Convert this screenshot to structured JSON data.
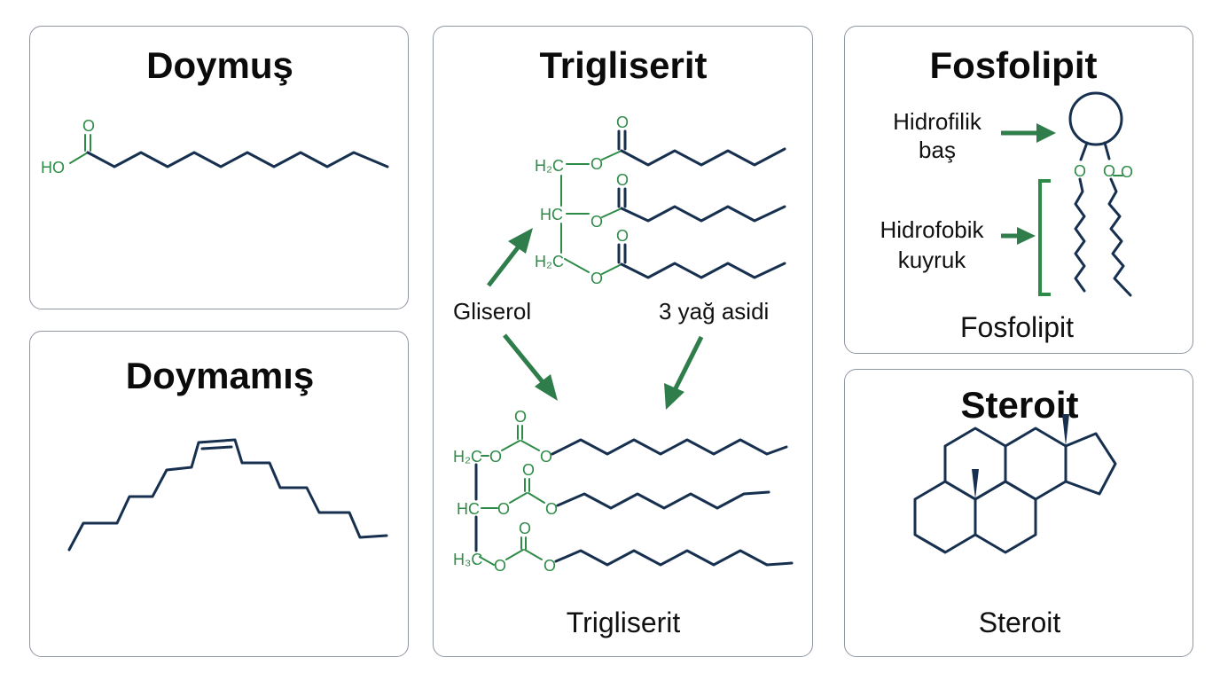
{
  "panels": {
    "saturated": {
      "title": "Doymuş",
      "hydroxyl": "HO",
      "oxygen": "O"
    },
    "unsaturated": {
      "title": "Doymamış"
    },
    "triglyceride": {
      "title": "Trigliserit",
      "glycerol_label": "Gliserol",
      "fatty_acids_label": "3 yağ asidi",
      "caption": "Trigliserit",
      "oxygen": "O",
      "ch2": "H₂C",
      "ch": "HC",
      "ch3": "H₃C"
    },
    "phospholipid": {
      "title": "Fosfolipit",
      "head_label_line1": "Hidrofilik",
      "head_label_line2": "baş",
      "tail_label_line1": "Hidrofobik",
      "tail_label_line2": "kuyruk",
      "caption": "Fosfolipit",
      "oxygen": "O"
    },
    "steroid": {
      "title": "Steroit",
      "caption": "Steroit"
    }
  },
  "colors": {
    "bond": "#17304f",
    "accent_green": "#2e8b47",
    "border": "#8f97a3"
  }
}
